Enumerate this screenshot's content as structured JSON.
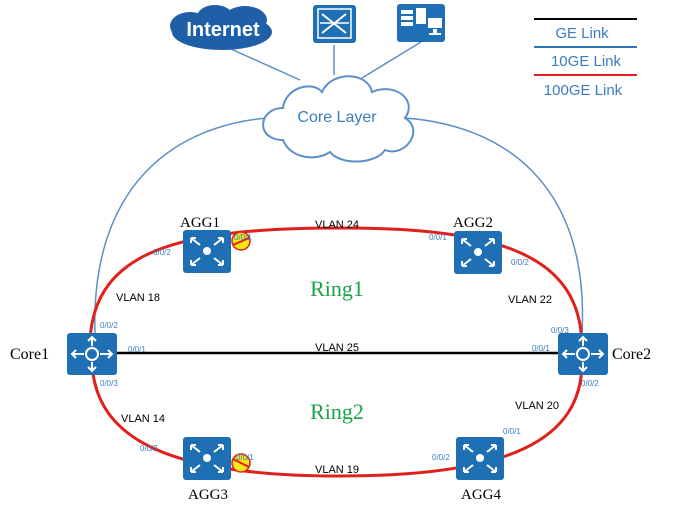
{
  "cloud": {
    "internet_label": "Internet",
    "core_layer_label": "Core Layer"
  },
  "legend": {
    "ge": "GE Link",
    "tenge": "10GE Link",
    "hundredge": "100GE Link"
  },
  "nodes": {
    "agg1": "AGG1",
    "agg2": "AGG2",
    "agg3": "AGG3",
    "agg4": "AGG4",
    "core1": "Core1",
    "core2": "Core2"
  },
  "rings": {
    "ring1": "Ring1",
    "ring2": "Ring2"
  },
  "vlans": {
    "v24": "VLAN 24",
    "v18": "VLAN 18",
    "v22": "VLAN 22",
    "v25": "VLAN 25",
    "v14": "VLAN 14",
    "v20": "VLAN 20",
    "v19": "VLAN 19"
  },
  "ports": {
    "agg1_right": "0/0/1",
    "agg1_left": "0/0/2",
    "agg2_left": "0/0/1",
    "agg2_right": "0/0/2",
    "core1_top": "0/0/2",
    "core1_right": "0/0/1",
    "core1_bottom": "0/0/3",
    "core2_top": "0/0/3",
    "core2_left": "0/0/1",
    "core2_bottom": "0/0/2",
    "agg3_left": "0/0/2",
    "agg3_right": "0/0/1",
    "agg4_top": "0/0/1",
    "agg4_left": "0/0/2"
  },
  "colors": {
    "ge": "#000000",
    "tenge": "#2e75b6",
    "hundredge": "#e0201b",
    "device": "#1f6fb5",
    "ring_text": "#1aa34a",
    "port_text": "#3a7cc2",
    "blocked_port": "#f5e61a"
  }
}
